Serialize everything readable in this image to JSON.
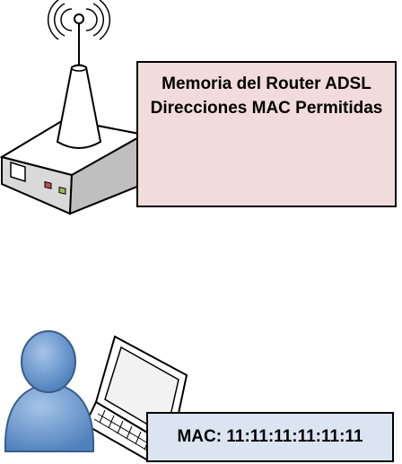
{
  "router_memory": {
    "line1": "Memoria del Router ADSL",
    "line2": "Direcciones MAC Permitidas",
    "fill_color": "#f2dcdb"
  },
  "client": {
    "mac_label": "MAC: 11:11:11:11:11:11",
    "fill_color": "#dbe5f1"
  },
  "icons": {
    "router": "router-icon",
    "user": "user-icon",
    "laptop": "laptop-icon"
  },
  "colors": {
    "user_blue": "#4f81bd",
    "router_gray": "#d9d9d9",
    "led_red": "#c0504d",
    "led_green": "#9bbb59"
  }
}
